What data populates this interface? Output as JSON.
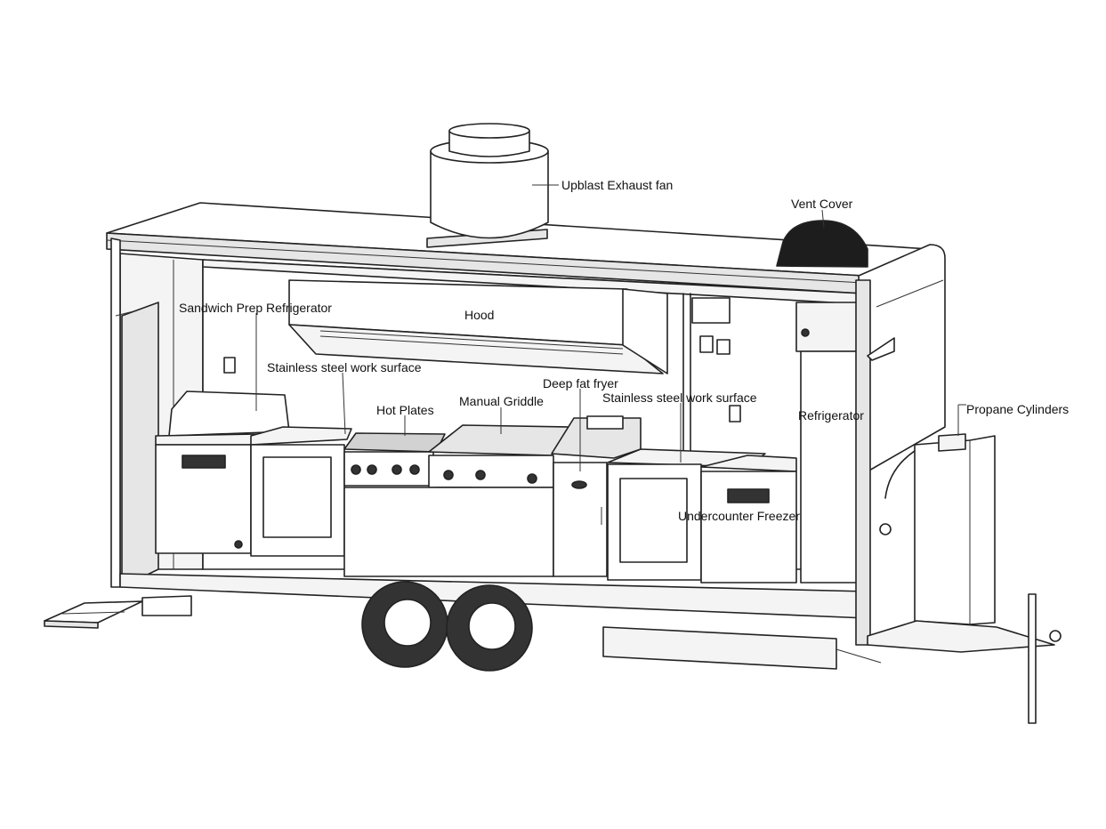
{
  "labels": {
    "exhaust_fan": "Upblast Exhaust fan",
    "vent_cover": "Vent Cover",
    "sandwich_prep": "Sandwich Prep Refrigerator",
    "hood": "Hood",
    "work_surface_left": "Stainless steel work surface",
    "deep_fat_fryer": "Deep fat fryer",
    "manual_griddle": "Manual Griddle",
    "hot_plates": "Hot Plates",
    "work_surface_right": "Stainless steel work surface",
    "refrigerator": "Refrigerator",
    "propane_cylinders": "Propane Cylinders",
    "undercounter_freezer": "Undercounter Freezer"
  },
  "colors": {
    "outline": "#222222",
    "panel_light": "#f4f4f4",
    "panel_mid": "#e6e6e6",
    "panel_dark": "#d2d2d2",
    "vent_cover": "#1d1d1d",
    "tire": "#333333"
  }
}
